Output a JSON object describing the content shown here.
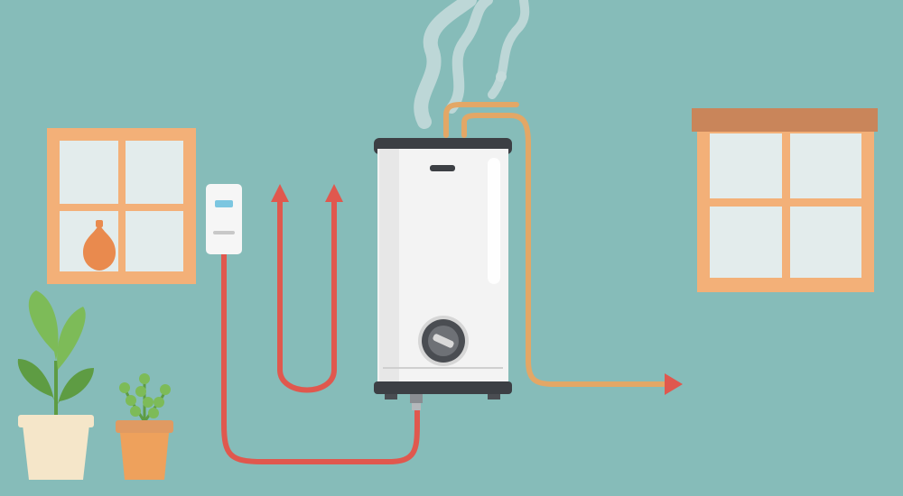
{
  "scene": {
    "description_text": "",
    "colors": {
      "wall": "#86bcb9",
      "wall_light": "#8fc2bf",
      "window_frame": "#f3b078",
      "window_frame_dark": "#e09a62",
      "window_pane": "#e3ecec",
      "roof_trim": "#c9855a",
      "heater_body": "#f3f3f3",
      "heater_shade": "#dcdcdc",
      "heater_cap": "#3c3f44",
      "dial": "#4a4d52",
      "hot_pipe": "#e0584e",
      "copper_pipe": "#e3a766",
      "thermostat": "#f6f6f6",
      "thermostat_screen": "#7cc6e0",
      "steam": "#c7dcdc",
      "plant_green": "#7dbb58",
      "plant_dark": "#5e9c43",
      "pot_cream": "#f5e6c9",
      "pot_orange": "#eea15c",
      "vase": "#e98a4e"
    },
    "objects": [
      "window-left",
      "window-right",
      "thermostat",
      "water-heater",
      "temperature-dial",
      "steam",
      "hot-water-pipe",
      "copper-outlet-pipe",
      "vase",
      "tall-plant",
      "small-plant"
    ]
  }
}
